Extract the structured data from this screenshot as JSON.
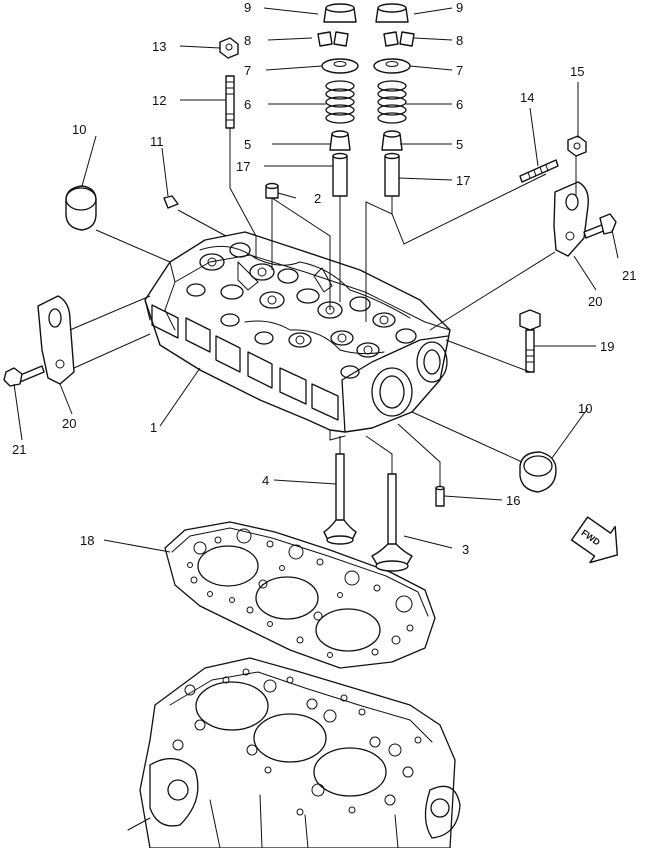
{
  "part_labels": {
    "p1": "1",
    "p2": "2",
    "p3": "3",
    "p4": "4",
    "p5": "5",
    "p6": "6",
    "p7": "7",
    "p8": "8",
    "p9": "9",
    "p10": "10",
    "p11": "11",
    "p12": "12",
    "p13": "13",
    "p14": "14",
    "p15": "15",
    "p16": "16",
    "p17": "17",
    "p18": "18",
    "p19": "19",
    "p20": "20",
    "p21": "21"
  },
  "direction_marker": "FWD"
}
